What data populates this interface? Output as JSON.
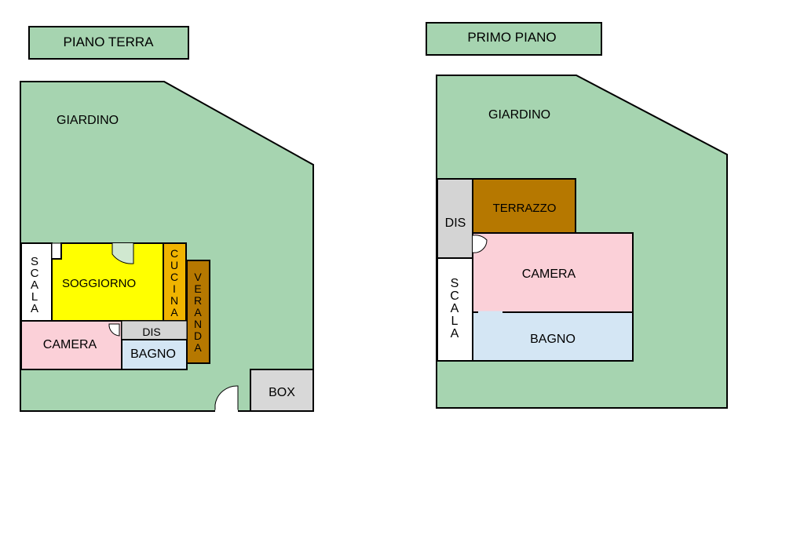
{
  "colors": {
    "garden": "#a6d4b0",
    "living": "#ffff00",
    "kitchen": "#f0b400",
    "veranda": "#b67800",
    "terrace": "#b67800",
    "bedroom": "#fbd0d8",
    "bathroom": "#d4e6f4",
    "corridor": "#d4d4d4",
    "stairs": "#ffffff",
    "box": "#d8d8d8",
    "outline": "#000000"
  },
  "ground_floor": {
    "title": "PIANO TERRA",
    "garden": "GIARDINO",
    "stairs": [
      "S",
      "C",
      "A",
      "L",
      "A"
    ],
    "living": "SOGGIORNO",
    "kitchen": [
      "C",
      "U",
      "C",
      "I",
      "N",
      "A"
    ],
    "veranda": [
      "V",
      "E",
      "R",
      "A",
      "N",
      "D",
      "A"
    ],
    "hall": "DIS",
    "bedroom": "CAMERA",
    "bathroom": "BAGNO",
    "box": "BOX"
  },
  "first_floor": {
    "title": "PRIMO PIANO",
    "garden": "GIARDINO",
    "hall": "DIS",
    "terrace": "TERRAZZO",
    "bedroom": "CAMERA",
    "stairs": [
      "S",
      "C",
      "A",
      "L",
      "A"
    ],
    "bathroom": "BAGNO"
  }
}
